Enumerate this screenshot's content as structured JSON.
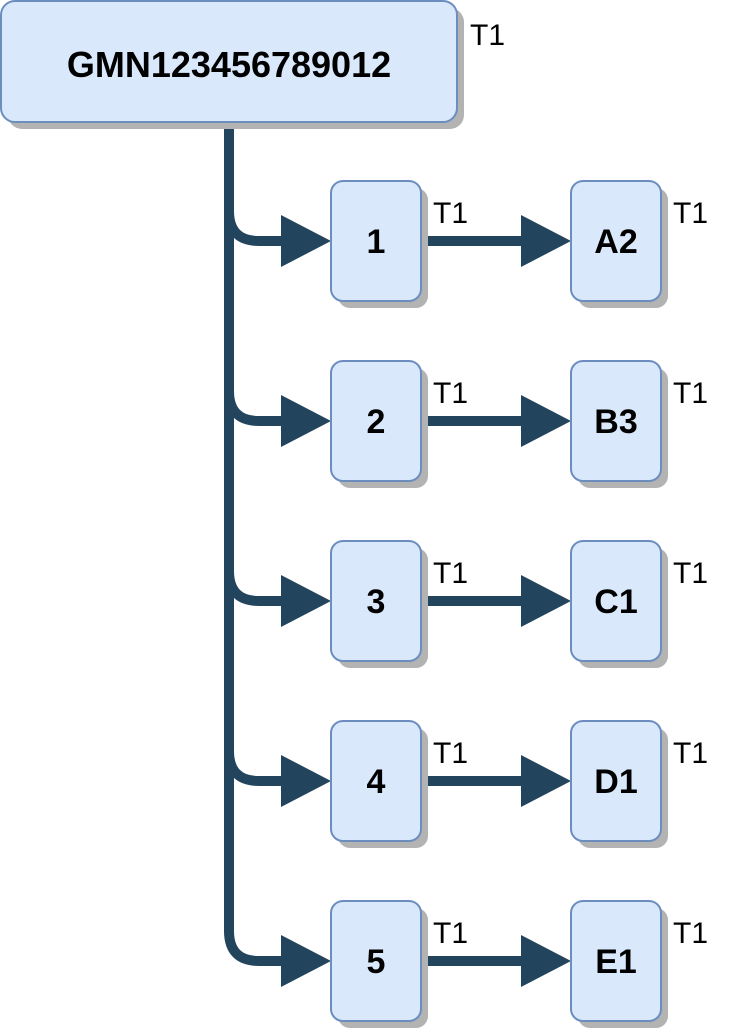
{
  "colors": {
    "node_fill": "#dae8fc",
    "node_stroke": "#6c8ebf",
    "shadow": "#b3b3b3",
    "connector": "#23445d"
  },
  "root": {
    "label": "GMN123456789012",
    "tag": "T1"
  },
  "rows": [
    {
      "step": {
        "label": "1",
        "tag": "T1"
      },
      "target": {
        "label": "A2",
        "tag": "T1"
      }
    },
    {
      "step": {
        "label": "2",
        "tag": "T1"
      },
      "target": {
        "label": "B3",
        "tag": "T1"
      }
    },
    {
      "step": {
        "label": "3",
        "tag": "T1"
      },
      "target": {
        "label": "C1",
        "tag": "T1"
      }
    },
    {
      "step": {
        "label": "4",
        "tag": "T1"
      },
      "target": {
        "label": "D1",
        "tag": "T1"
      }
    },
    {
      "step": {
        "label": "5",
        "tag": "T1"
      },
      "target": {
        "label": "E1",
        "tag": "T1"
      }
    }
  ]
}
